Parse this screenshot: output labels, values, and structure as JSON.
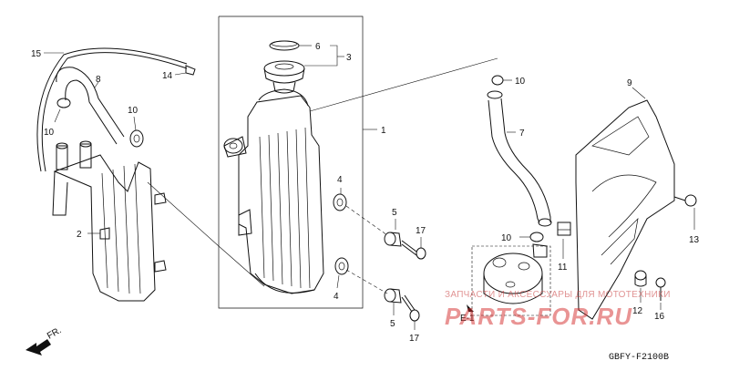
{
  "callouts": {
    "c1": "1",
    "c2": "2",
    "c3": "3",
    "c4a": "4",
    "c4b": "4",
    "c5a": "5",
    "c5b": "5",
    "c6": "6",
    "c7": "7",
    "c8": "8",
    "c9": "9",
    "c10a": "10",
    "c10b": "10",
    "c10c": "10",
    "c10d": "10",
    "c11": "11",
    "c12": "12",
    "c13": "13",
    "c14": "14",
    "c15": "15",
    "c16": "16",
    "c17a": "17",
    "c17b": "17"
  },
  "ref_mark": "E-1",
  "direction": "FR.",
  "diagram_code": "GBFY-F2100B",
  "watermark": {
    "line1": "ЗАПЧАСТИ И АКСЕССУАРЫ ДЛЯ МОТОТЕХНИКИ",
    "line2": "PARTS-FOR.RU"
  }
}
